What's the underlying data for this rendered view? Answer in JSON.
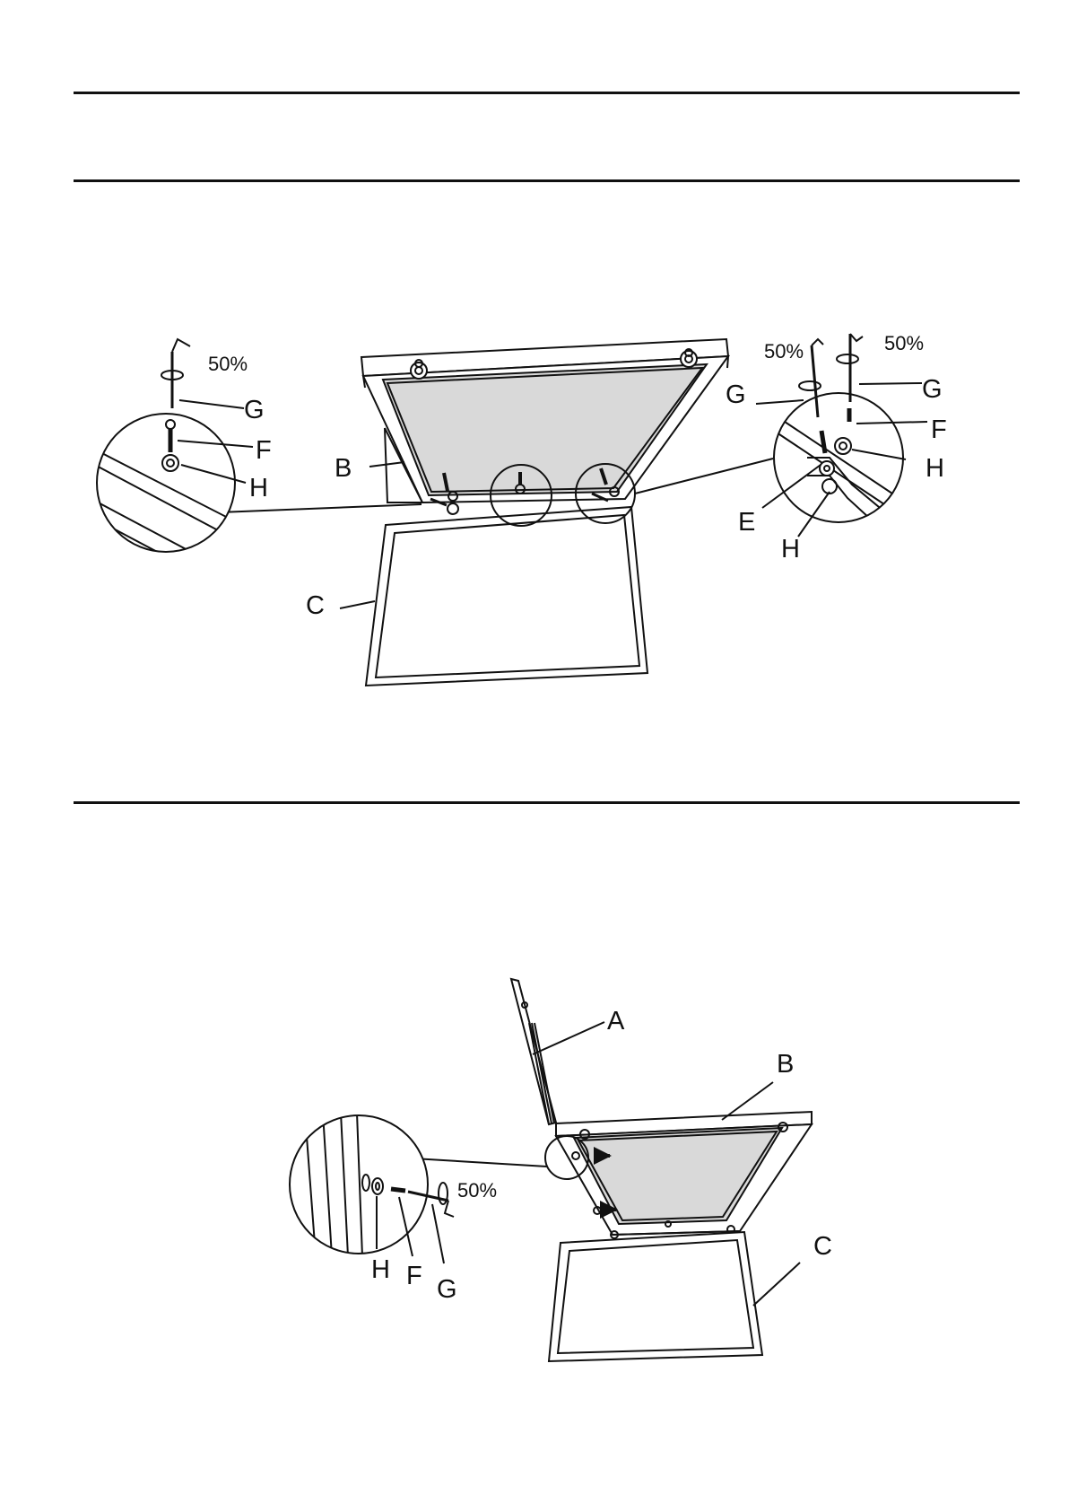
{
  "step_top": {
    "percent_labels": [
      "50%",
      "50%",
      "50%"
    ],
    "part_labels": {
      "left_detail": [
        "G",
        "F",
        "H"
      ],
      "panels": [
        "B",
        "C"
      ],
      "right_detail": [
        "G",
        "G",
        "F",
        "H",
        "E",
        "H"
      ]
    }
  },
  "step_bottom": {
    "percent_label": "50%",
    "part_labels": {
      "panels": [
        "A",
        "B",
        "C"
      ],
      "detail": [
        "H",
        "F",
        "G"
      ]
    }
  },
  "colors": {
    "line": "#111111",
    "panel_fill": "#d9d9d9",
    "background": "#ffffff"
  }
}
